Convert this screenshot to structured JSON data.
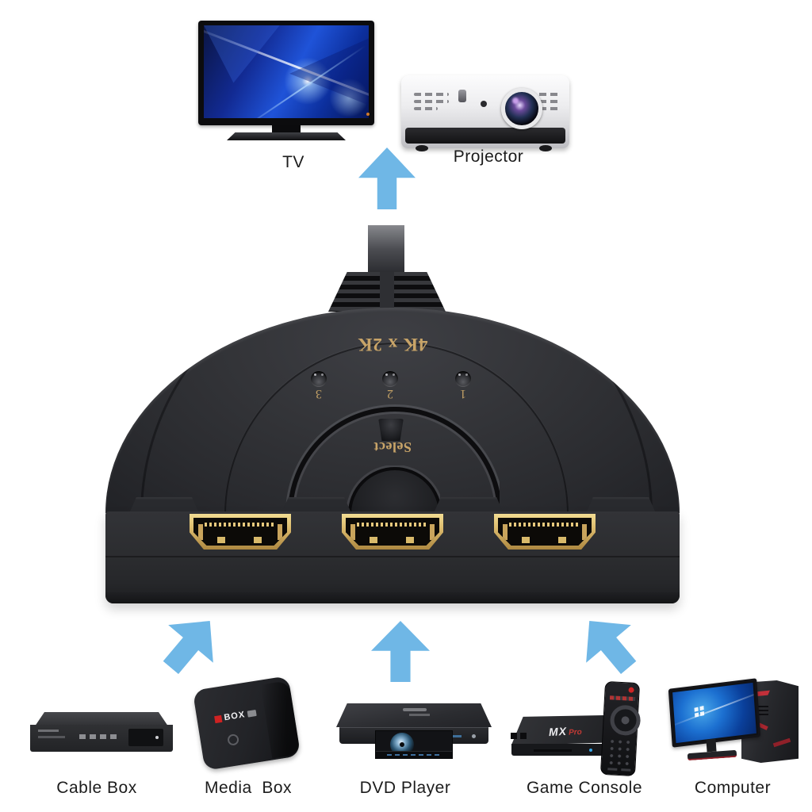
{
  "meta": {
    "description": "Connection diagram for a 3-port 4K HDMI pigtail switch",
    "colors": {
      "arrow_blue": "#6fb7e6",
      "switch_body": "#2e2f33",
      "gold_print": "#c8a468",
      "hdmi_gold": "#dcbb6d",
      "label_text": "#1c1c1c",
      "background": "#ffffff"
    }
  },
  "outputs": {
    "tv": {
      "label": "TV"
    },
    "projector": {
      "label": "Projector"
    }
  },
  "hdmi_switch": {
    "model_text": "4K x 2K",
    "select_label": "Select",
    "indicators": [
      "3",
      "2",
      "1"
    ],
    "port_count": 3
  },
  "inputs": {
    "cable_box": {
      "label": "Cable Box"
    },
    "media_box": {
      "label": "Media  Box",
      "logo": "BOX"
    },
    "dvd_player": {
      "label": "DVD Player"
    },
    "game_console": {
      "label": "Game Console",
      "logo_mx": "MX",
      "logo_pro": "Pro"
    },
    "computer": {
      "label": "Computer"
    }
  }
}
